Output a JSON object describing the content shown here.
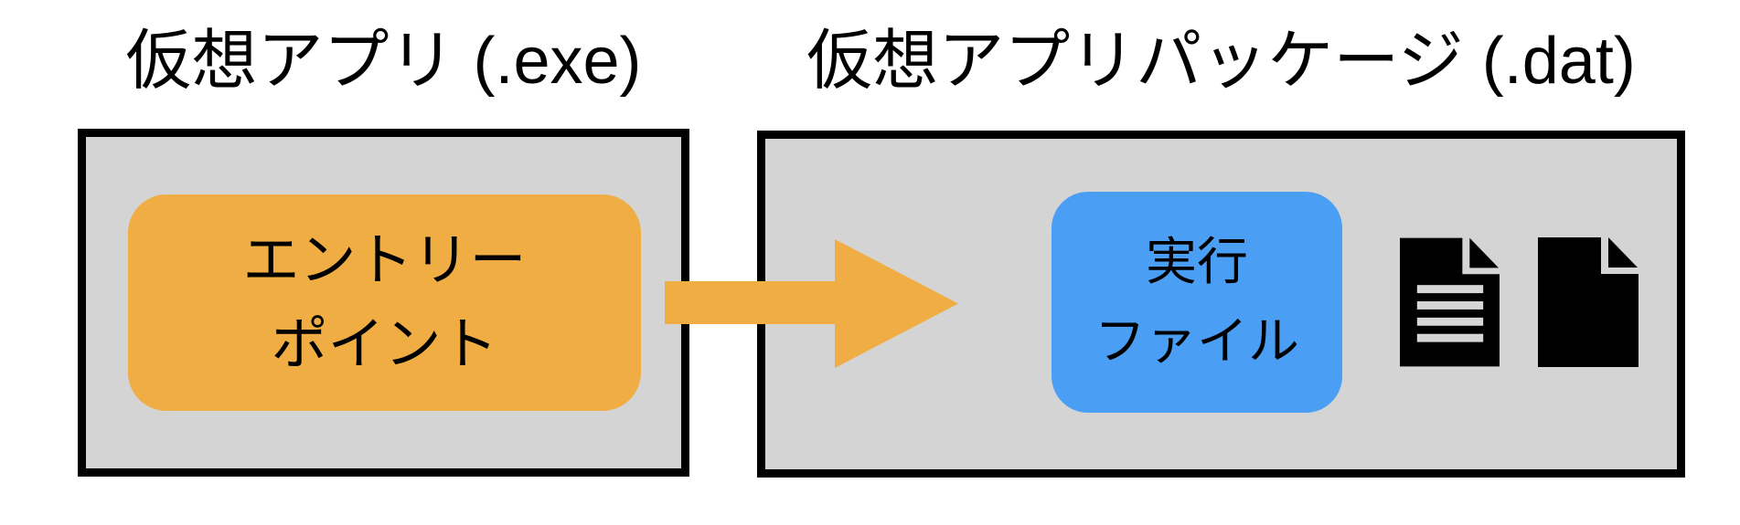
{
  "diagram": {
    "left_group": {
      "title": "仮想アプリ (.exe)",
      "node_label_line1": "エントリー",
      "node_label_line2": "ポイント"
    },
    "right_group": {
      "title": "仮想アプリパッケージ (.dat)",
      "node_label_line1": "実行",
      "node_label_line2": "ファイル",
      "icons": [
        "doc-text-icon",
        "doc-icon"
      ]
    },
    "connector": {
      "type": "arrow-right",
      "from": "エントリーポイント",
      "to": "実行ファイル"
    },
    "colors": {
      "background": "#ffffff",
      "container_fill": "#d4d4d4",
      "container_border": "#000000",
      "entry_node_fill": "#f0ad43",
      "exec_node_fill": "#4a9ff5",
      "arrow_fill": "#f0ad43",
      "doc_icon_fill": "#000000",
      "doc_icon_lines": "#d6d6d6",
      "text": "#000000"
    }
  }
}
